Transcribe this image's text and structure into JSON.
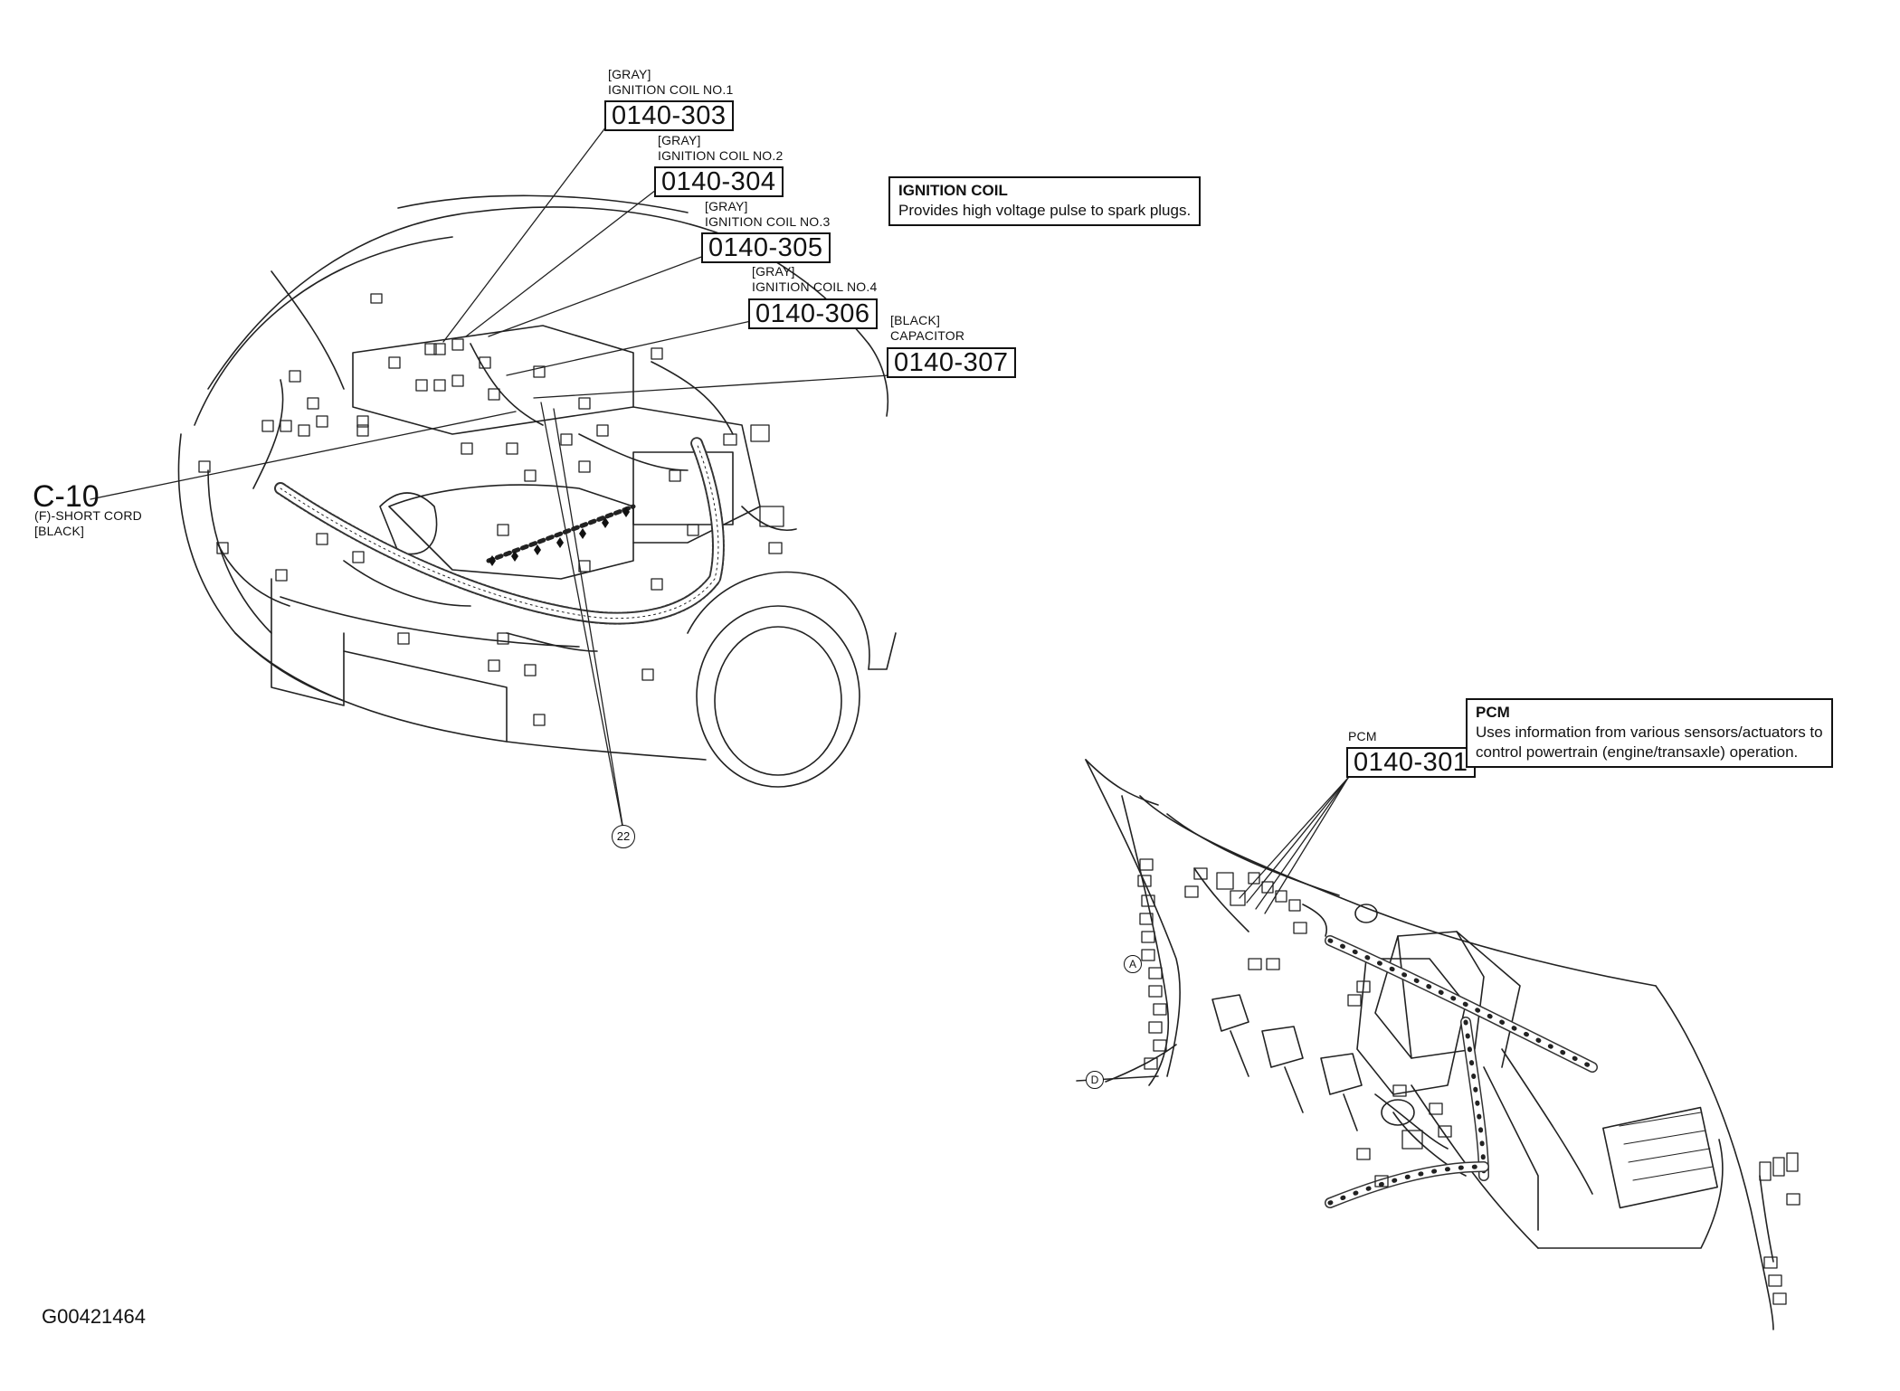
{
  "figure_id": "G00421464",
  "callouts": {
    "coil1": {
      "color": "[GRAY]",
      "name": "IGNITION COIL NO.1",
      "code": "0140-303"
    },
    "coil2": {
      "color": "[GRAY]",
      "name": "IGNITION COIL NO.2",
      "code": "0140-304"
    },
    "coil3": {
      "color": "[GRAY]",
      "name": "IGNITION COIL NO.3",
      "code": "0140-305"
    },
    "coil4": {
      "color": "[GRAY]",
      "name": "IGNITION COIL NO.4",
      "code": "0140-306"
    },
    "capacitor": {
      "color": "[BLACK]",
      "name": "CAPACITOR",
      "code": "0140-307"
    },
    "pcm": {
      "name": "PCM",
      "code": "0140-301"
    }
  },
  "info_boxes": {
    "ignition_coil": {
      "title": "IGNITION COIL",
      "text": "Provides high voltage pulse to spark plugs."
    },
    "pcm": {
      "title": "PCM",
      "line1": "Uses information from various sensors/actuators to",
      "line2": "control powertrain (engine/transaxle) operation."
    }
  },
  "connector_c10": {
    "id": "C-10",
    "desc": "(F)-SHORT CORD",
    "color": "[BLACK]"
  },
  "markers": {
    "ground_22": "22",
    "point_a": "A",
    "point_d": "D"
  }
}
